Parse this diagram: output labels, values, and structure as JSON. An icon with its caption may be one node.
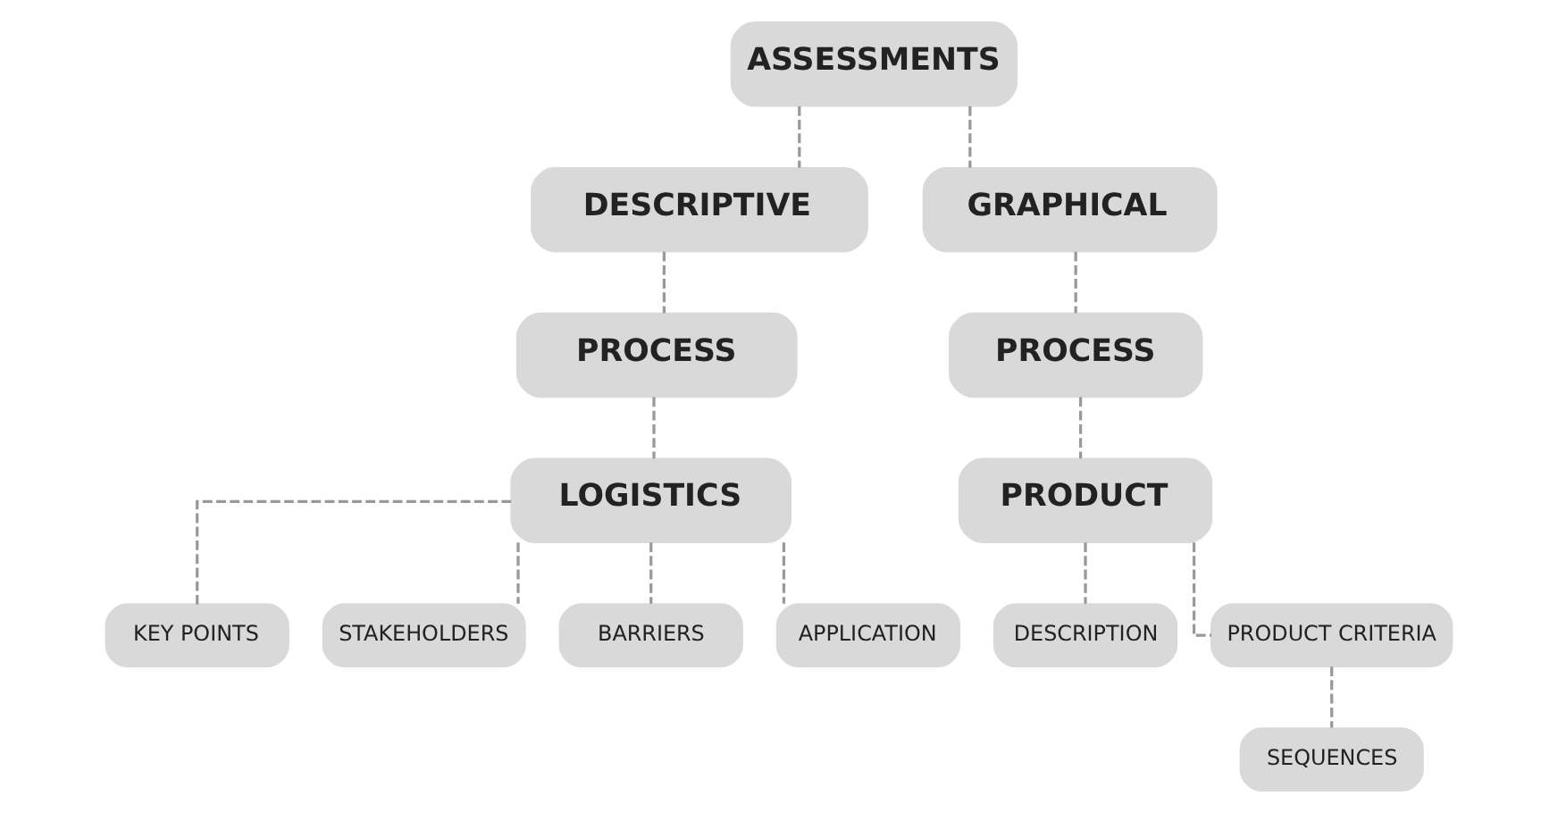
{
  "diagram": {
    "nodes": [
      {
        "text": [
          "ASSESSMENTS"
        ]
      },
      {
        "text": [
          "DESCRIPTIVE"
        ]
      },
      {
        "text": [
          "GRAPHICAL"
        ]
      },
      {
        "text": [
          "PROCESS"
        ]
      },
      {
        "text": [
          "PROCESS"
        ]
      },
      {
        "text": [
          "LOGISTICS"
        ]
      },
      {
        "text": [
          "PRODUCT"
        ]
      },
      {
        "text": [
          "KEY POINTS"
        ]
      },
      {
        "text": [
          "STAKEHOLDERS"
        ]
      },
      {
        "text": [
          "BARRIERS"
        ]
      },
      {
        "text": [
          "APPLICATION"
        ]
      },
      {
        "text": [
          "DESCRIPTION"
        ]
      },
      {
        "text": [
          "PRODUCT CRITERIA"
        ]
      },
      {
        "text": [
          "SEQUENCES"
        ]
      }
    ],
    "edges": [
      {
        "from": 0,
        "to": 1,
        "arrow": "none",
        "style": "dashed"
      },
      {
        "from": 0,
        "to": 2,
        "arrow": "none",
        "style": "dashed"
      },
      {
        "from": 1,
        "to": 3,
        "arrow": "none",
        "style": "dashed"
      },
      {
        "from": 3,
        "to": 5,
        "arrow": "none",
        "style": "dashed"
      },
      {
        "from": 2,
        "to": 4,
        "arrow": "none",
        "style": "dashed"
      },
      {
        "from": 4,
        "to": 6,
        "arrow": "none",
        "style": "dashed"
      },
      {
        "from": 5,
        "to": 7,
        "arrow": "none",
        "style": "dashed"
      },
      {
        "from": 5,
        "to": 8,
        "arrow": "none",
        "style": "dashed"
      },
      {
        "from": 5,
        "to": 9,
        "arrow": "none",
        "style": "dashed"
      },
      {
        "from": 5,
        "to": 10,
        "arrow": "none",
        "style": "dashed"
      },
      {
        "from": 6,
        "to": 11,
        "arrow": "none",
        "style": "dashed"
      },
      {
        "from": 6,
        "to": 12,
        "arrow": "none",
        "style": "dashed"
      },
      {
        "from": 12,
        "to": 13,
        "arrow": "none",
        "style": "dashed"
      }
    ]
  }
}
